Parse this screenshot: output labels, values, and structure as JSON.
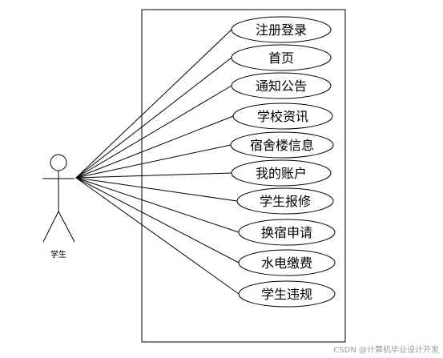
{
  "actor": {
    "label": "学生"
  },
  "use_cases": [
    {
      "label": "注册登录"
    },
    {
      "label": "首页"
    },
    {
      "label": "通知公告"
    },
    {
      "label": "学校资讯"
    },
    {
      "label": "宿舍楼信息"
    },
    {
      "label": "我的账户"
    },
    {
      "label": "学生报修"
    },
    {
      "label": "换宿申请"
    },
    {
      "label": "水电缴费"
    },
    {
      "label": "学生违规"
    }
  ],
  "watermark": "CSDN @计算机毕业设计开发",
  "colors": {
    "stroke": "#000000",
    "background": "#ffffff",
    "watermark": "#9a9a9a"
  }
}
